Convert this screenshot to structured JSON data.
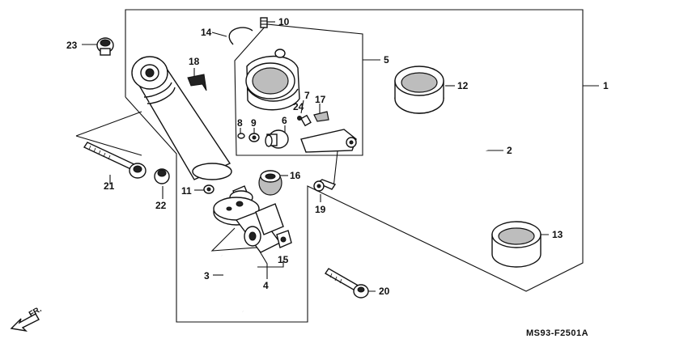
{
  "diagram": {
    "callouts": {
      "c1": "1",
      "c2": "2",
      "c3": "3",
      "c4": "4",
      "c5": "5",
      "c6": "6",
      "c7": "7",
      "c8": "8",
      "c9": "9",
      "c10": "10",
      "c11": "11",
      "c12": "12",
      "c13": "13",
      "c14": "14",
      "c15": "15",
      "c16": "16",
      "c17": "17",
      "c18": "18",
      "c19": "19",
      "c20": "20",
      "c21": "21",
      "c22": "22",
      "c23": "23",
      "c24": "24"
    },
    "front_indicator": "FR.",
    "drawing_code": "MS93-F2501A"
  }
}
